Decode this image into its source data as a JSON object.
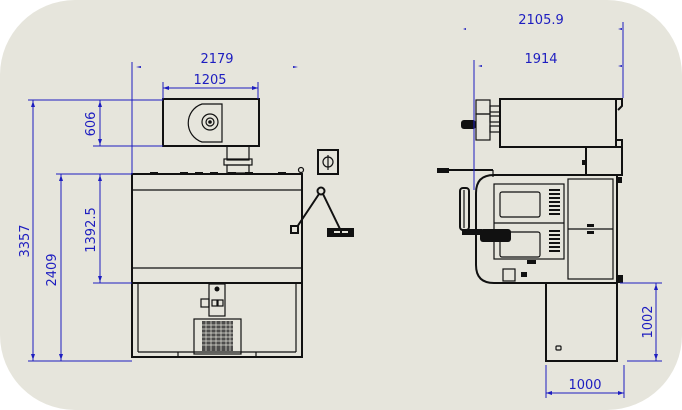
{
  "drawing": {
    "background_color": "#e6e5dc",
    "dimension_color": "#1d1dc0",
    "line_color": "#111111",
    "front_view": {
      "dimensions": {
        "overall_width": "2179",
        "fan_width": "1205",
        "fan_height": "606",
        "overall_height": "3357",
        "body_top_height": "2409",
        "body_height": "1392.5"
      }
    },
    "side_view": {
      "dimensions": {
        "overall_depth": "2105.9",
        "upper_depth": "1914",
        "base_height": "1002",
        "base_width": "1000"
      }
    }
  }
}
